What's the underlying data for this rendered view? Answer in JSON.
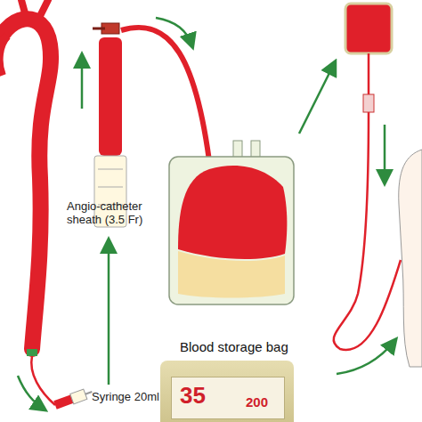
{
  "diagram": {
    "nodes": [
      {
        "text": [
          "Blood storage bag",
          "35",
          "200"
        ]
      }
    ],
    "labels": [
      "Angio-catheter sheath (3.5 Fr)",
      "Syringe 20ml"
    ]
  }
}
